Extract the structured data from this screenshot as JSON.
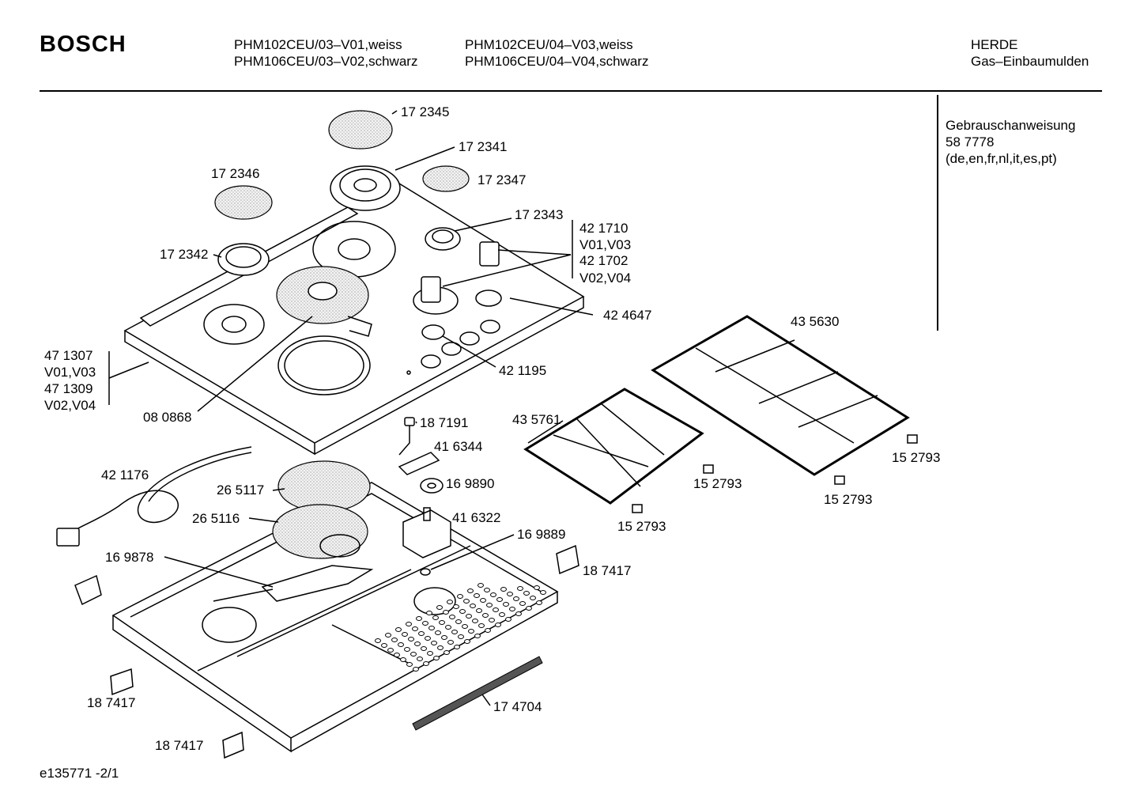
{
  "header": {
    "brand": "BOSCH",
    "models_col1": [
      "PHM102CEU/03–V01,weiss",
      "PHM106CEU/03–V02,schwarz"
    ],
    "models_col2": [
      "PHM102CEU/04–V03,weiss",
      "PHM106CEU/04–V04,schwarz"
    ],
    "category": [
      "HERDE",
      "Gas–Einbaumulden"
    ]
  },
  "side_note": [
    "Gebrauschanweisung",
    "58 7778",
    "(de,en,fr,nl,it,es,pt)"
  ],
  "footer": "e135771 -2/1",
  "labels": {
    "p172345": "17 2345",
    "p172341": "17 2341",
    "p172346": "17 2346",
    "p172347": "17 2347",
    "p172343": "17 2343",
    "p172342": "17 2342",
    "p421710": "42 1710",
    "v01v03a": "V01,V03",
    "p421702": "42 1702",
    "v02v04a": "V02,V04",
    "p424647": "42 4647",
    "p435630": "43 5630",
    "p471307": "47 1307",
    "v01v03b": "V01,V03",
    "p471309": "47 1309",
    "v02v04b": "V02,V04",
    "p421195": "42 1195",
    "p080868": "08 0868",
    "p187191": "18 7191",
    "p416344": "41 6344",
    "p169890": "16 9890",
    "p435761": "43 5761",
    "p152793a": "15 2793",
    "p152793b": "15 2793",
    "p152793c": "15 2793",
    "p152793d": "15 2793",
    "p421176": "42 1176",
    "p265117": "26 5117",
    "p265116": "26 5116",
    "p416322": "41 6322",
    "p169889": "16 9889",
    "p169878": "16 9878",
    "p187417a": "18 7417",
    "p187417b": "18 7417",
    "p187417c": "18 7417",
    "p174704": "17 4704"
  }
}
